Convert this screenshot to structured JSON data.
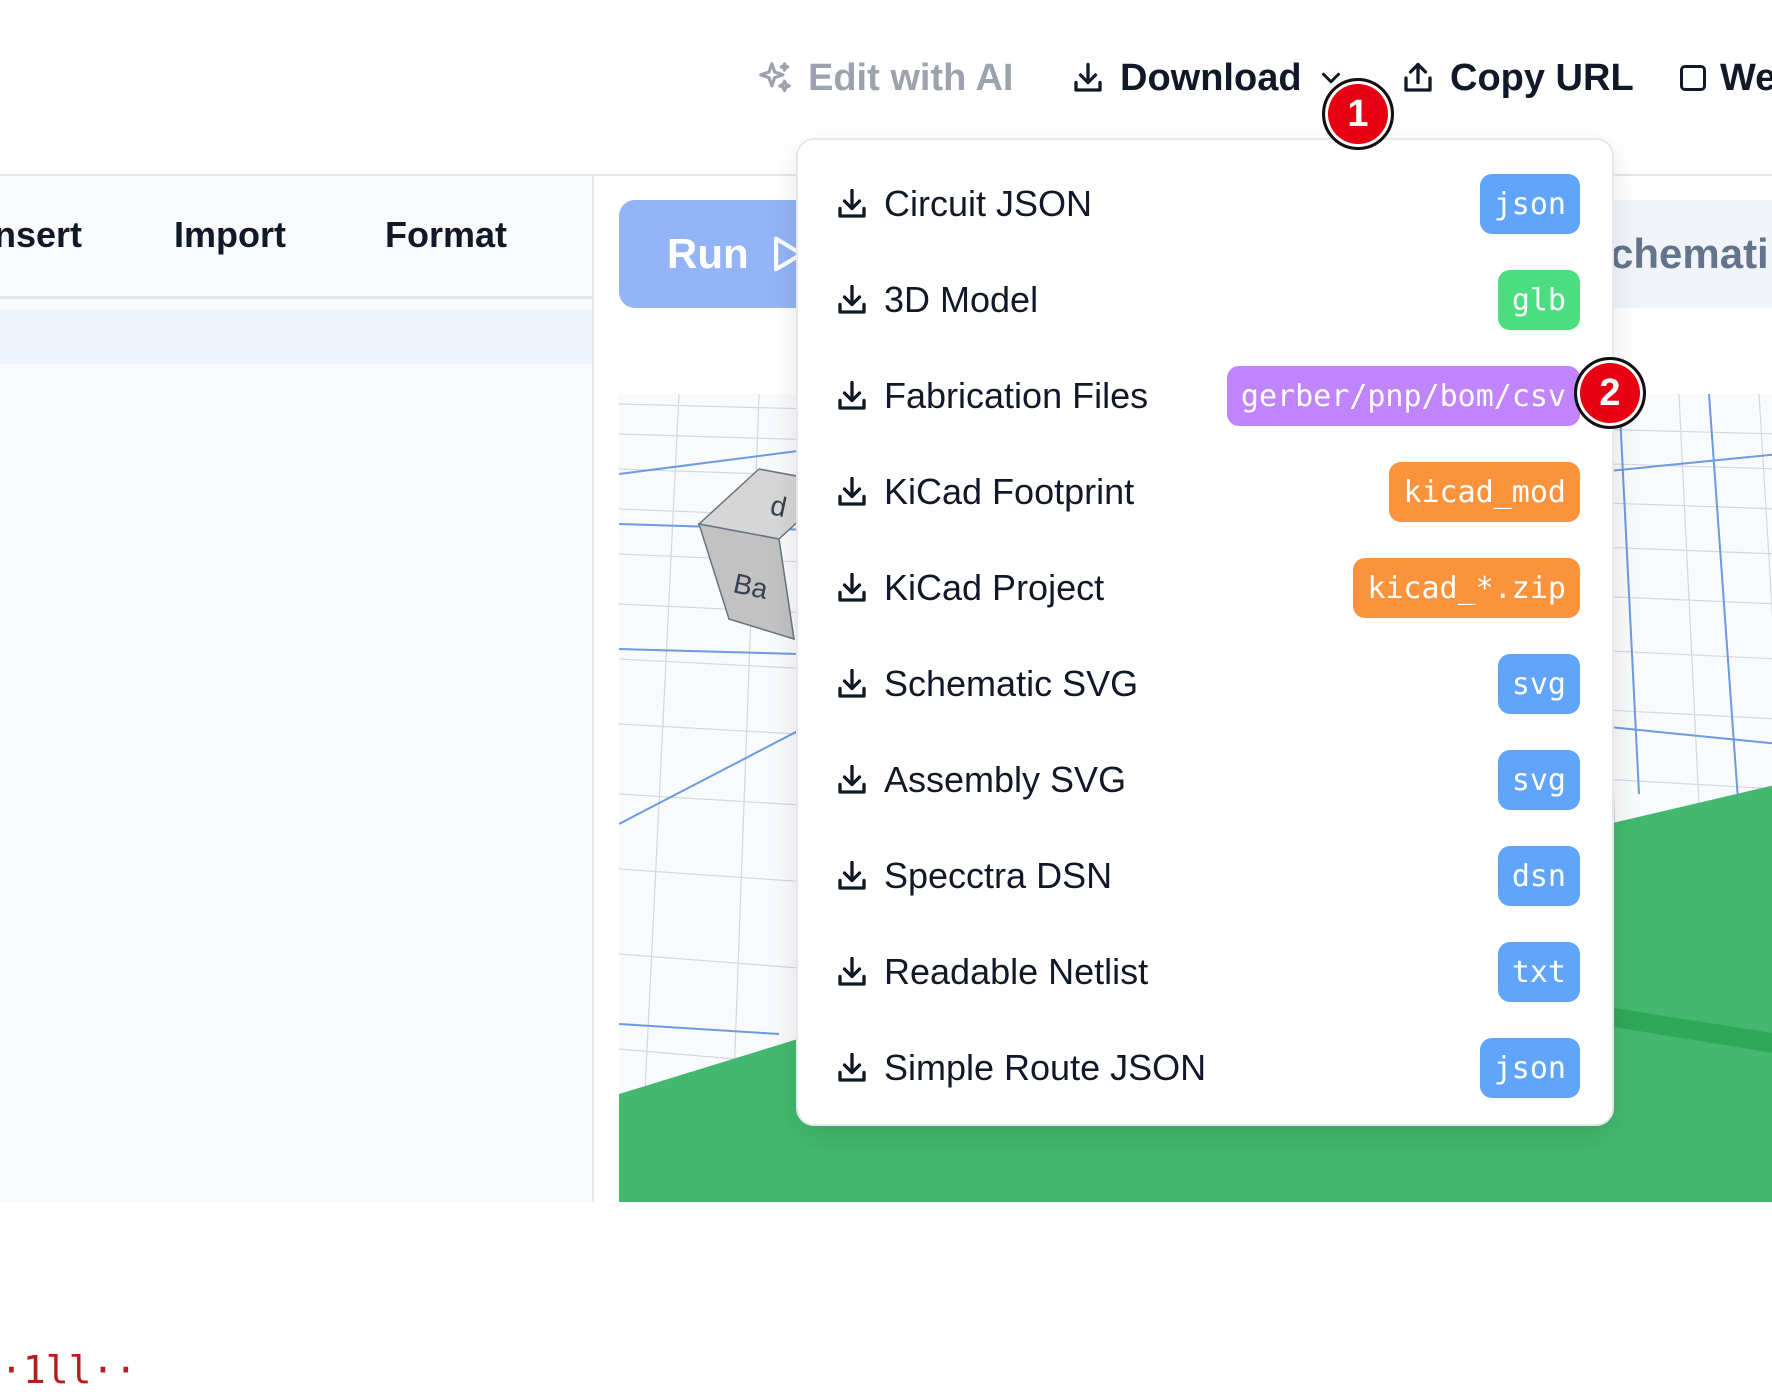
{
  "header": {
    "edit_ai_label": "Edit with AI",
    "download_label": "Download",
    "copy_url_label": "Copy URL",
    "web_label": "We"
  },
  "editor": {
    "menu": {
      "insert_label": "nsert",
      "import_label": "Import",
      "format_label": "Format"
    },
    "code_fragment": "·1ll··"
  },
  "preview": {
    "run_label": "Run",
    "schematic_tab_label": "chemati",
    "cube_top_label": "d",
    "cube_front_label": "Ba"
  },
  "download_menu": {
    "items": [
      {
        "label": "Circuit JSON",
        "format": "json",
        "badge_color": "#60a5fa"
      },
      {
        "label": "3D Model",
        "format": "glb",
        "badge_color": "#4ade80"
      },
      {
        "label": "Fabrication Files",
        "format": "gerber/pnp/bom/csv",
        "badge_color": "#c084fc"
      },
      {
        "label": "KiCad Footprint",
        "format": "kicad_mod",
        "badge_color": "#fb923c"
      },
      {
        "label": "KiCad Project",
        "format": "kicad_*.zip",
        "badge_color": "#fb923c"
      },
      {
        "label": "Schematic SVG",
        "format": "svg",
        "badge_color": "#60a5fa"
      },
      {
        "label": "Assembly SVG",
        "format": "svg",
        "badge_color": "#60a5fa"
      },
      {
        "label": "Specctra DSN",
        "format": "dsn",
        "badge_color": "#60a5fa"
      },
      {
        "label": "Readable Netlist",
        "format": "txt",
        "badge_color": "#60a5fa"
      },
      {
        "label": "Simple Route JSON",
        "format": "json",
        "badge_color": "#60a5fa"
      }
    ]
  },
  "markers": {
    "one": "1",
    "two": "2"
  },
  "colors": {
    "run_button": "#93b4f6",
    "board_green": "#43b96f",
    "marker_red": "#e60012"
  }
}
